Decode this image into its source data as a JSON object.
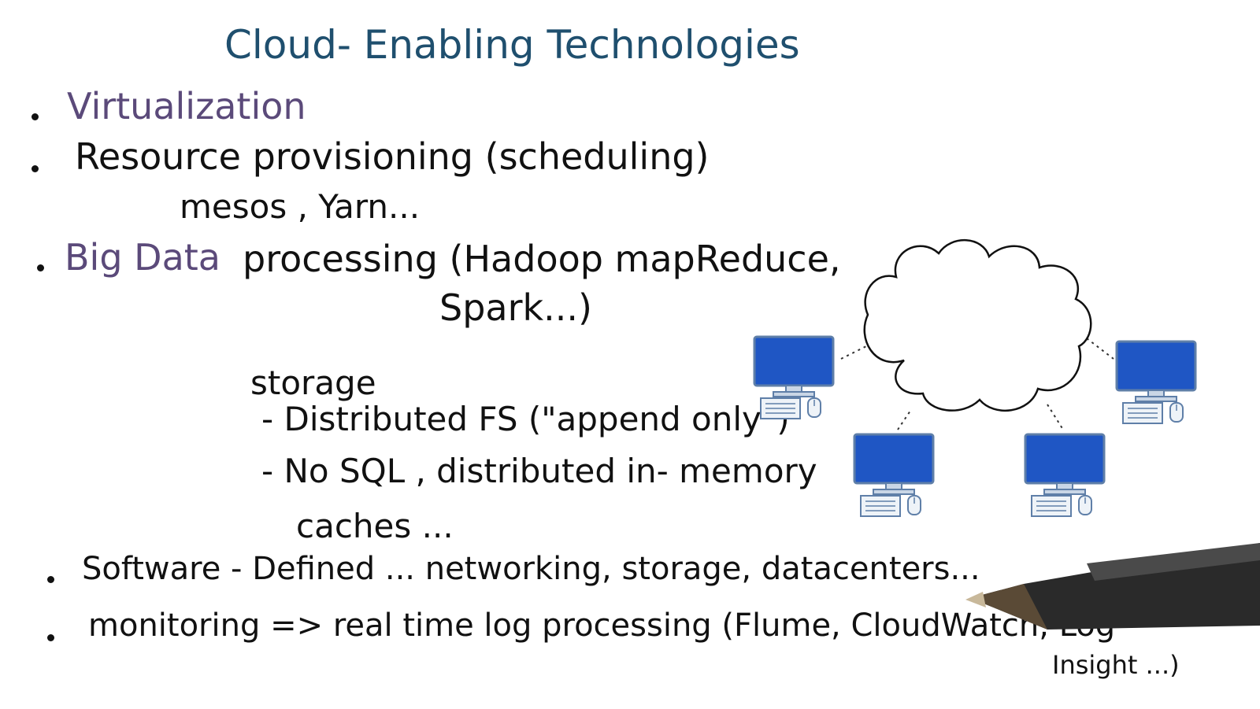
{
  "title": "Cloud- Enabling Technologies",
  "items": {
    "virtualization": "Virtualization",
    "resource": "Resource provisioning (scheduling)",
    "resource_sub": "mesos , Yarn...",
    "bigdata_colored": "Big Data",
    "bigdata_rest": "processing (Hadoop mapReduce,",
    "bigdata_sub": "Spark...)",
    "storage_heading": "storage",
    "storage_line1": "- Distributed FS (\"append only\")",
    "storage_line2": "- No SQL , distributed in- memory",
    "storage_line3": "caches ...",
    "software": "Software - Defined ... networking, storage, datacenters...",
    "monitoring": "monitoring => real time log processing (Flume, CloudWatch, Log",
    "monitoring_sub": "Insight ...)"
  },
  "colors": {
    "title": "#1f4f6e",
    "accent": "#5b4a7a",
    "ink": "#111111",
    "monitor": "#1f56c4"
  },
  "diagram": {
    "center": "cloud-icon",
    "nodes": [
      "computer-icon",
      "computer-icon",
      "computer-icon",
      "computer-icon"
    ]
  }
}
